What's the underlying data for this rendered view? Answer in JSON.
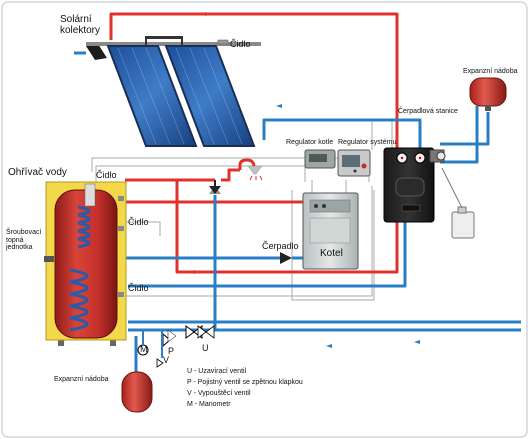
{
  "labels": {
    "solar_collectors": "Solární kolektory",
    "sensor_top": "Čidlo",
    "expansion_vessel_top": "Expanzní nádoba",
    "pump_station": "Čerpadlová stanice",
    "boiler_controller": "Regulator kotle",
    "system_controller": "Regulator systému",
    "water_heater": "Ohřívač vody",
    "sensor_tank_top": "Čidlo",
    "sensor_tank_mid": "Čidlo",
    "sensor_tank_bottom": "Čidlo",
    "screw_heating_unit": "Šroubovací topná jednotka",
    "pump": "Čerpadlo",
    "boiler": "Kotel",
    "expansion_vessel_bottom": "Expanzní nádoba",
    "valve_m": "M",
    "valve_p": "P",
    "valve_v": "V",
    "valve_u": "U"
  },
  "legend": [
    "U - Uzavírací ventil",
    "P - Pojistný ventil se zpětnou klapkou",
    "V - Vypouštěcí ventil",
    "M - Manometr"
  ],
  "colors": {
    "hot_pipe": "#e0322c",
    "cold_pipe": "#2a7fc4",
    "control_wire": "#aaaaaa",
    "tank_red": "#c9302a",
    "tank_frame": "#f2d84a"
  }
}
